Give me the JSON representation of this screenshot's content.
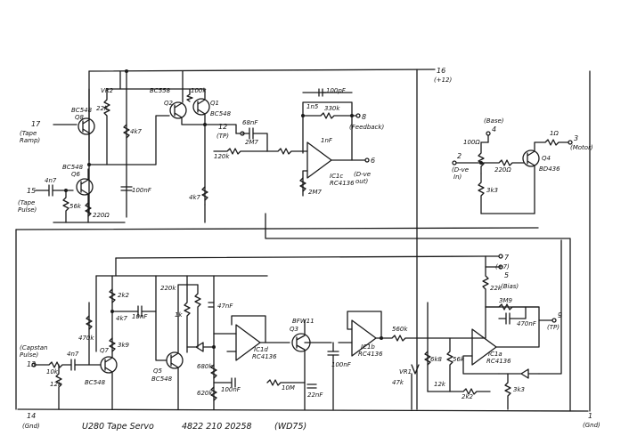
{
  "title": "U280 Tape Servo",
  "part_number": "4822 210 20258",
  "variant": "(WD75)",
  "pins": [
    {
      "id": "p16",
      "num": "16",
      "label": "(+12)"
    },
    {
      "id": "p17",
      "num": "17",
      "label": "(Tape\nRamp)"
    },
    {
      "id": "p15",
      "num": "15",
      "label": "(Tape\nPulse)"
    },
    {
      "id": "p12",
      "num": "12",
      "label": "(TP)"
    },
    {
      "id": "p8",
      "num": "8",
      "label": "(Feedback)"
    },
    {
      "id": "p6",
      "num": "6",
      "label": "(D-ve\nout)"
    },
    {
      "id": "p4",
      "num": "4",
      "label": "(Base)"
    },
    {
      "id": "p2",
      "num": "2",
      "label": "(D-ve\nIn)"
    },
    {
      "id": "p3",
      "num": "3",
      "label": "(Motor)"
    },
    {
      "id": "p7",
      "num": "7",
      "label": "(+7)"
    },
    {
      "id": "p5",
      "num": "5",
      "label": "(Bias)"
    },
    {
      "id": "p9",
      "num": "9",
      "label": "(TP)"
    },
    {
      "id": "p13",
      "num": "13",
      "label": "(Capstan\nPulse)"
    },
    {
      "id": "p14",
      "num": "14",
      "label": "(Gnd)"
    },
    {
      "id": "p1",
      "num": "1",
      "label": "(Gnd)"
    }
  ],
  "transistors": [
    {
      "id": "q8",
      "name": "Q8",
      "type": "BC548"
    },
    {
      "id": "q6",
      "name": "Q6",
      "type": "BC548"
    },
    {
      "id": "q2",
      "name": "Q2",
      "type": "BC558"
    },
    {
      "id": "q1",
      "name": "Q1",
      "type": "BC548"
    },
    {
      "id": "q4",
      "name": "Q4",
      "type": "BD436"
    },
    {
      "id": "q7",
      "name": "Q7",
      "type": "BC548"
    },
    {
      "id": "q5",
      "name": "Q5",
      "type": "BC548"
    },
    {
      "id": "q3",
      "name": "Q3",
      "type": "BFW11"
    }
  ],
  "ics": [
    {
      "id": "ic1c",
      "name": "IC1c",
      "type": "RC4136"
    },
    {
      "id": "ic1d",
      "name": "IC1d",
      "type": "RC4136"
    },
    {
      "id": "ic1b",
      "name": "IC1b",
      "type": "RC4136"
    },
    {
      "id": "ic1a",
      "name": "IC1a",
      "type": "RC4136"
    }
  ],
  "components": [
    {
      "id": "vr2",
      "value": "VR2"
    },
    {
      "id": "r22k",
      "value": "22k"
    },
    {
      "id": "r4k7a",
      "value": "4k7"
    },
    {
      "id": "r100k",
      "value": "100k"
    },
    {
      "id": "c4n7a",
      "value": "4n7"
    },
    {
      "id": "r56k",
      "value": "56k"
    },
    {
      "id": "r220ohm",
      "value": "220Ω"
    },
    {
      "id": "c100nfa",
      "value": "100nF"
    },
    {
      "id": "r4k7b",
      "value": "4k7"
    },
    {
      "id": "c68nf",
      "value": "68nF"
    },
    {
      "id": "r2m7a",
      "value": "2M7"
    },
    {
      "id": "r120k",
      "value": "120k"
    },
    {
      "id": "c100pf",
      "value": "100pF"
    },
    {
      "id": "c1n5",
      "value": "1n5"
    },
    {
      "id": "r330k",
      "value": "330k"
    },
    {
      "id": "c1nf",
      "value": "1nF"
    },
    {
      "id": "r2m7b",
      "value": "2M7"
    },
    {
      "id": "r100ohm",
      "value": "100Ω"
    },
    {
      "id": "r220ohmb",
      "value": "220Ω"
    },
    {
      "id": "r3k3a",
      "value": "3k3"
    },
    {
      "id": "r1ohm",
      "value": "1Ω"
    },
    {
      "id": "r2k2a",
      "value": "2k2"
    },
    {
      "id": "r220k",
      "value": "220k"
    },
    {
      "id": "c10nf",
      "value": "10nF"
    },
    {
      "id": "r4k7c",
      "value": "4k7"
    },
    {
      "id": "r1k",
      "value": "1k"
    },
    {
      "id": "c47nf",
      "value": "47nF"
    },
    {
      "id": "r470k",
      "value": "470k"
    },
    {
      "id": "r3k9",
      "value": "3k9"
    },
    {
      "id": "r10k",
      "value": "10k"
    },
    {
      "id": "c4n7b",
      "value": "4n7"
    },
    {
      "id": "r12k",
      "value": "12k"
    },
    {
      "id": "r680k",
      "value": "680k"
    },
    {
      "id": "r620k",
      "value": "620k"
    },
    {
      "id": "c100nfb",
      "value": "100nF"
    },
    {
      "id": "r10m",
      "value": "10M"
    },
    {
      "id": "c22nf",
      "value": "22nF"
    },
    {
      "id": "c100nfc",
      "value": "100nF"
    },
    {
      "id": "r560k",
      "value": "560k"
    },
    {
      "id": "r6k8",
      "value": "6k8"
    },
    {
      "id": "r56k2",
      "value": "56k"
    },
    {
      "id": "vr1",
      "value": "VR1"
    },
    {
      "id": "r47k",
      "value": "47k"
    },
    {
      "id": "r12k2",
      "value": "12k"
    },
    {
      "id": "r2k2b",
      "value": "2k2"
    },
    {
      "id": "r3m9",
      "value": "3M9"
    },
    {
      "id": "c470nf",
      "value": "470nF"
    },
    {
      "id": "r22k2",
      "value": "22k"
    },
    {
      "id": "r3k3b",
      "value": "3k3"
    }
  ]
}
